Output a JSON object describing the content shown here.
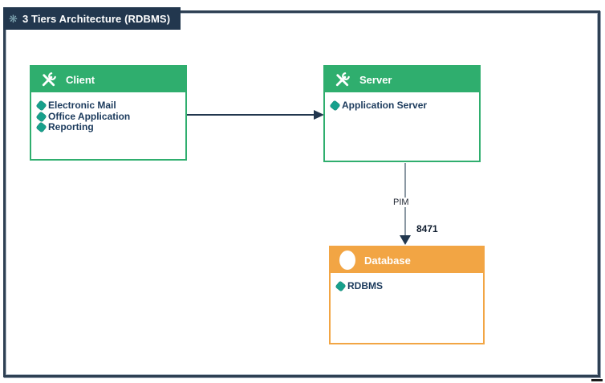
{
  "title_bar": {
    "icon": "❋",
    "title": "3 Tiers Architecture (RDBMS)"
  },
  "nodes": {
    "client": {
      "label": "Client",
      "icon": "crossed-tools",
      "items": [
        "Electronic Mail",
        "Office Application",
        "Reporting"
      ]
    },
    "server": {
      "label": "Server",
      "icon": "crossed-tools",
      "items": [
        "Application Server"
      ]
    },
    "database": {
      "label": "Database",
      "icon": "database-blob",
      "items": [
        "RDBMS"
      ]
    }
  },
  "edges": {
    "client_to_server": {
      "from": "Client",
      "to": "Server",
      "label": ""
    },
    "server_to_database": {
      "from": "Server",
      "to": "Database",
      "label": "PIM",
      "end_label": "8471"
    }
  },
  "colors": {
    "header_green": "#2fae6e",
    "header_orange": "#f2a544",
    "title_bar_navy": "#22374e",
    "frame_navy": "#2e4053",
    "bullet_teal": "#17a08c",
    "item_text_navy": "#1b3a5c",
    "connector_gray": "#8b98a3"
  }
}
